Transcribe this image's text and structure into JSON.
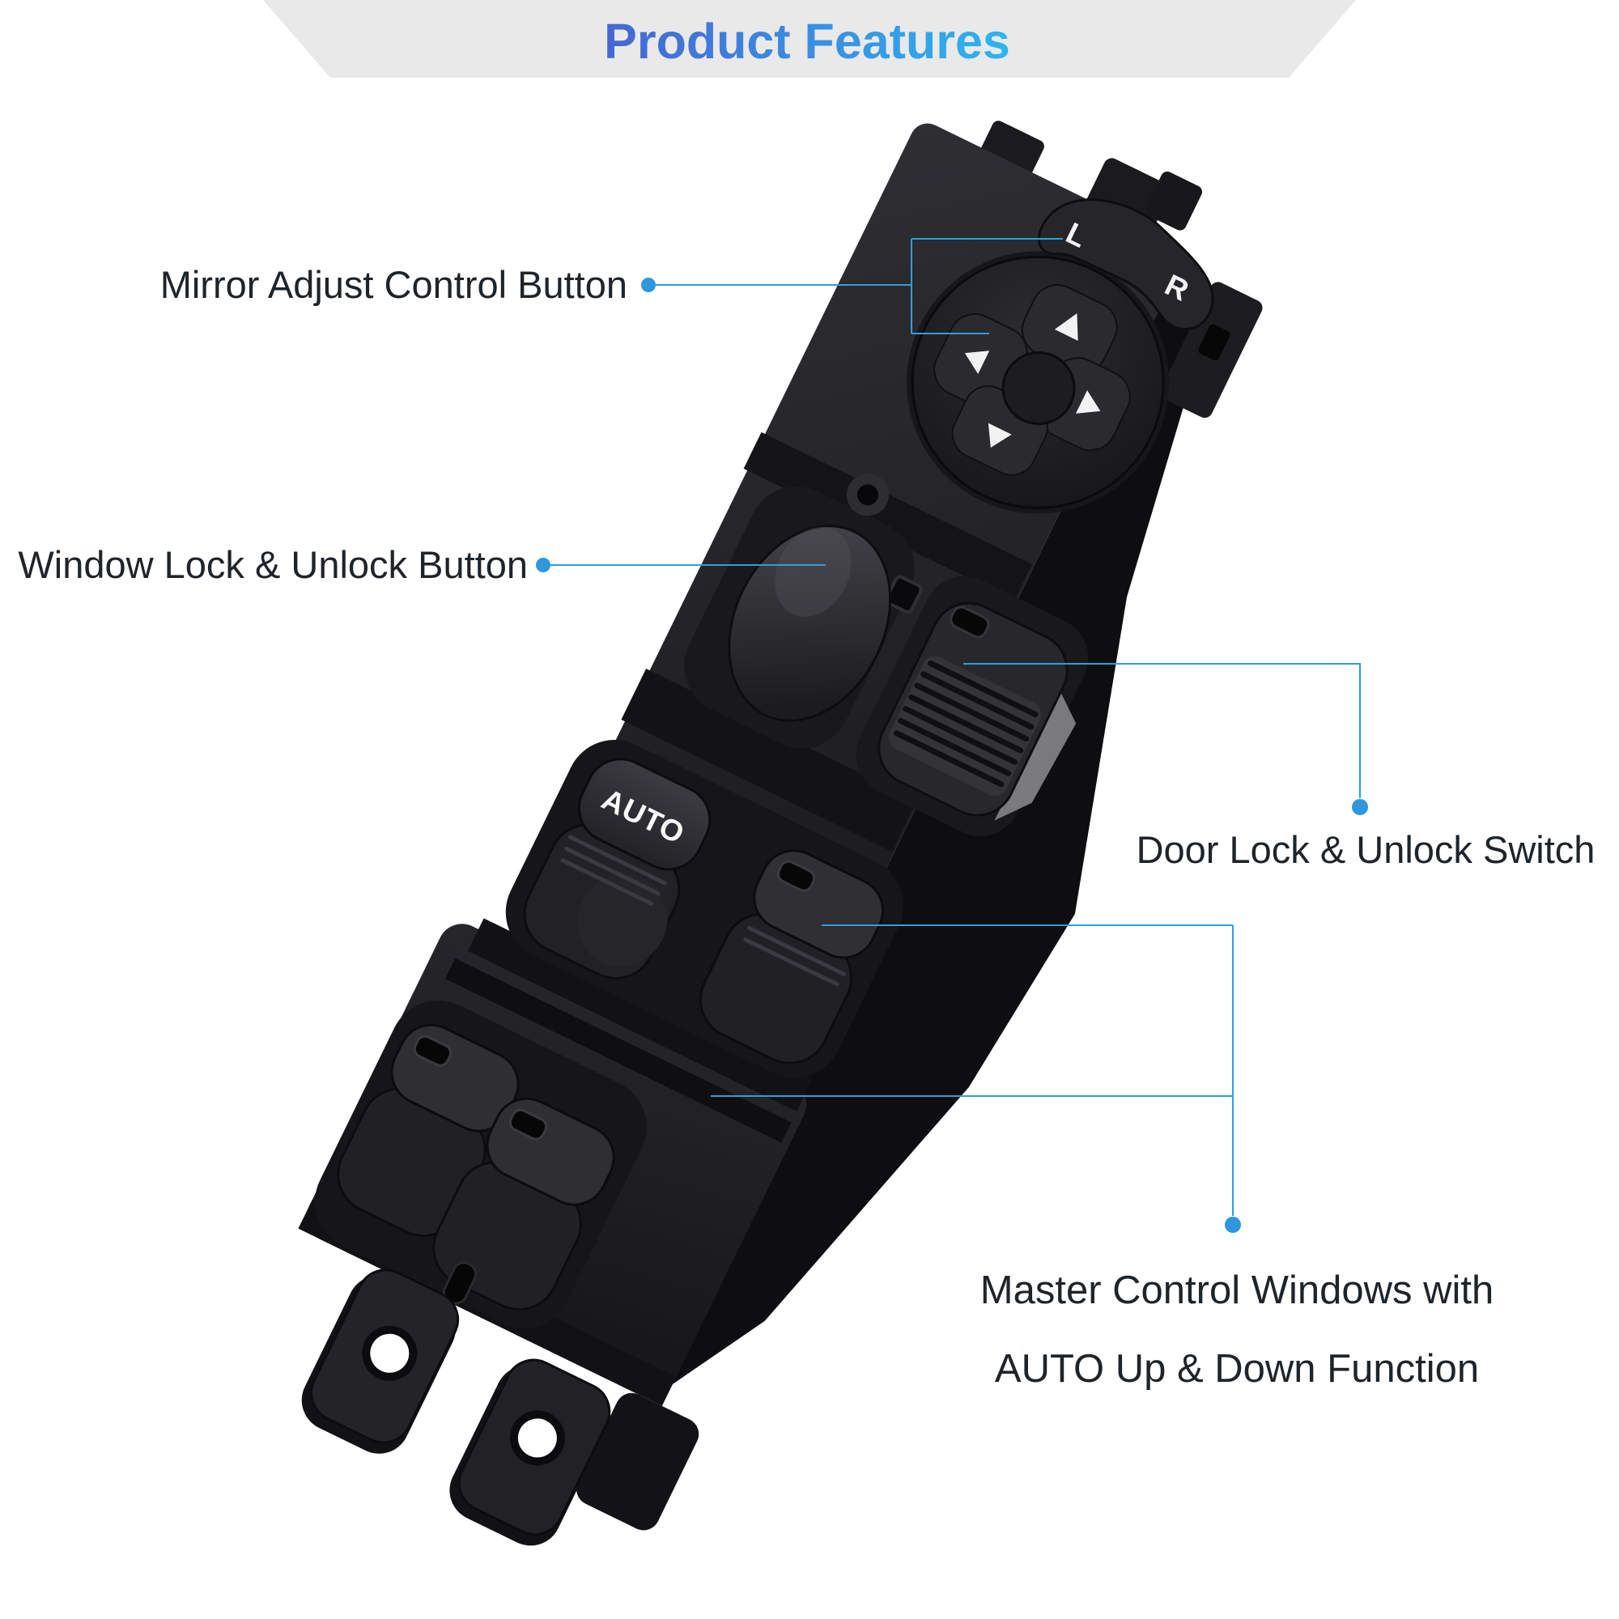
{
  "title": "Product Features",
  "banner": {
    "background": "#e9e9e9"
  },
  "colors": {
    "title_gradient_start": "#4666d2",
    "title_gradient_end": "#2db5ef",
    "callout_blue": "#2f9ede",
    "label_text": "#1f2429"
  },
  "product": {
    "mirror_left": "L",
    "mirror_right": "R",
    "auto": "AUTO"
  },
  "callouts": {
    "mirror": {
      "label": "Mirror Adjust Control Button"
    },
    "window_lock": {
      "label": "Window Lock & Unlock Button"
    },
    "door_lock": {
      "label": "Door Lock & Unlock Switch"
    },
    "master": {
      "line1": "Master Control Windows with",
      "line2": "AUTO Up & Down Function"
    }
  }
}
